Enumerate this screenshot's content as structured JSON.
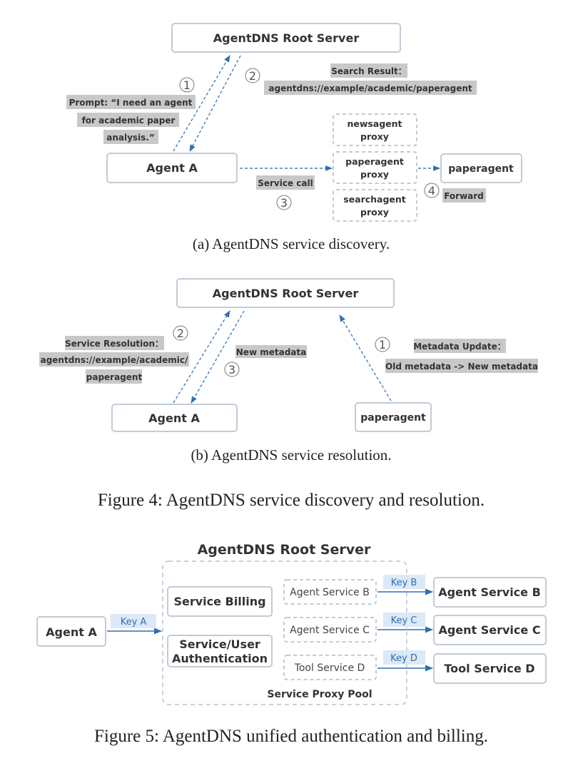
{
  "fig_a": {
    "root": "AgentDNS Root Server",
    "prompt_line1": "Prompt: “I need an agent",
    "prompt_line2": "for academic paper",
    "prompt_line3": "analysis.”",
    "search_title": "Search Result：",
    "search_value": "agentdns://example/academic/paperagent",
    "agent_a": "Agent A",
    "newsagent_1": "newsagent",
    "newsagent_2": "proxy",
    "paperagent_1": "paperagent",
    "paperagent_2": "proxy",
    "searchagent_1": "searchagent",
    "searchagent_2": "proxy",
    "paperagent": "paperagent",
    "service_call": "Service call",
    "forward": "Forward",
    "n1": "1",
    "n2": "2",
    "n3": "3",
    "n4": "4",
    "caption": "(a) AgentDNS service discovery."
  },
  "fig_b": {
    "root": "AgentDNS Root Server",
    "resolution_title": "Service Resolution：",
    "resolution_line1": "agentdns://example/academic/",
    "resolution_line2": "paperagent",
    "new_metadata": "New metadata",
    "update_title": "Metadata Update：",
    "update_value": "Old metadata -> New metadata",
    "agent_a": "Agent A",
    "paperagent": "paperagent",
    "n1": "1",
    "n2": "2",
    "n3": "3",
    "caption": "(b) AgentDNS service resolution."
  },
  "figure4_caption": "Figure 4: AgentDNS service discovery and resolution.",
  "fig5": {
    "title": "AgentDNS Root Server",
    "agent_a": "Agent A",
    "key_a": "Key A",
    "billing": "Service Billing",
    "auth_line1": "Service/User",
    "auth_line2": "Authentication",
    "proxy_b": "Agent Service B",
    "proxy_c": "Agent Service C",
    "proxy_d": "Tool Service D",
    "key_b": "Key B",
    "key_c": "Key C",
    "key_d": "Key D",
    "svc_b": "Agent Service B",
    "svc_c": "Agent Service C",
    "svc_d": "Tool Service D",
    "pool_label": "Service Proxy Pool"
  },
  "figure5_caption": "Figure 5: AgentDNS unified authentication and billing.",
  "colors": {
    "arrow": "#2f6fb0",
    "box_border": "#c3cbd6",
    "highlight": "#c8c8c8",
    "key_fill": "#dce9f6"
  }
}
